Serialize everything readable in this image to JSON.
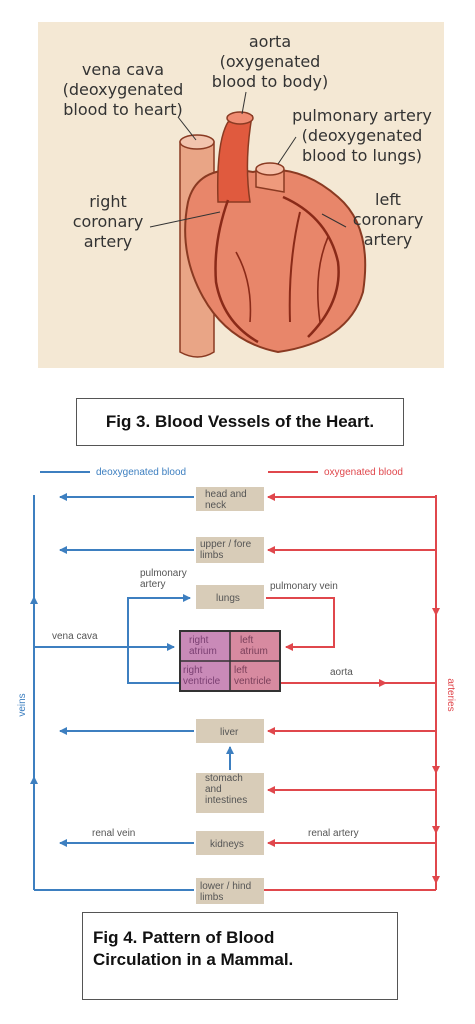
{
  "heart_figure": {
    "labels": {
      "vena_cava": "vena cava\n(deoxygenated\nblood to heart)",
      "aorta": "aorta\n(oxygenated\nblood to body)",
      "pulmonary_artery": "pulmonary artery\n(deoxygenated\nblood to lungs)",
      "right_coronary": "right\ncoronary\nartery",
      "left_coronary": "left\ncoronary\nartery"
    },
    "caption": "Fig 3. Blood Vessels of the Heart."
  },
  "circulation_figure": {
    "legend": {
      "deoxygenated": "deoxygenated blood",
      "oxygenated": "oxygenated blood"
    },
    "side_labels": {
      "veins": "veins",
      "arteries": "arteries"
    },
    "organs": {
      "head_neck": "head and\nneck",
      "upper_limbs": "upper / fore\nlimbs",
      "lungs": "lungs",
      "liver": "liver",
      "stomach": "stomach\nand\nintestines",
      "kidneys": "kidneys",
      "lower_limbs": "lower / hind\nlimbs"
    },
    "chambers": {
      "right_atrium": "right\natrium",
      "left_atrium": "left\natrium",
      "right_ventricle": "right\nventricle",
      "left_ventricle": "left\nventricle"
    },
    "vessels": {
      "pulmonary_artery": "pulmonary\nartery",
      "pulmonary_vein": "pulmonary vein",
      "vena_cava": "vena cava",
      "aorta": "aorta",
      "renal_vein": "renal vein",
      "renal_artery": "renal artery"
    },
    "colors": {
      "blue": "#3d7fc0",
      "red": "#e0474c"
    },
    "caption": "Fig 4. Pattern of Blood\nCirculation in a Mammal."
  }
}
